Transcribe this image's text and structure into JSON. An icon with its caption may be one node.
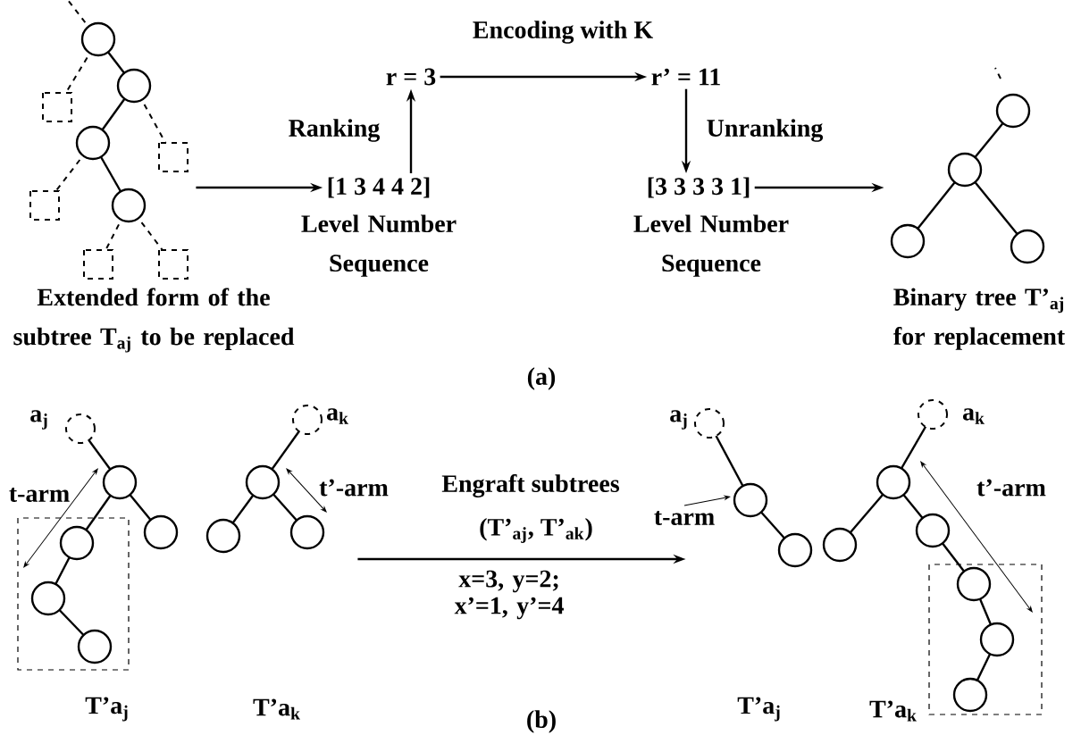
{
  "diagram": {
    "nodes": [
      {
        "text": [],
        "shape": "picture",
        "beside": [
          "Extended form of the subtree T$_{aj}$ to be replaced"
        ]
      },
      {
        "text": [
          "[1 3 4 4 2]"
        ],
        "beside": [
          "Level Number Sequence"
        ]
      },
      {
        "text": [
          "r = 3"
        ]
      },
      {
        "text": [
          "r’ = 11"
        ]
      },
      {
        "text": [
          "[3 3 3 3 1]"
        ],
        "beside": [
          "Level Number Sequence"
        ]
      },
      {
        "text": [],
        "shape": "picture",
        "beside": [
          "Binary tree T’$_{aj}$ for replacement"
        ]
      },
      {
        "text": [],
        "shape": "picture",
        "beside": [
          "T’a$_{j}$"
        ]
      },
      {
        "text": [],
        "shape": "picture"
      },
      {
        "text": [],
        "shape": "picture"
      },
      {
        "text": [],
        "shape": "picture"
      }
    ],
    "edges": [
      {
        "from": 0,
        "to": 1,
        "arrow": "to"
      },
      {
        "from": 1,
        "to": 2,
        "arrow": "to",
        "label": "Ranking"
      },
      {
        "from": 2,
        "to": 3,
        "arrow": "to",
        "label": "Encoding with K"
      },
      {
        "from": 3,
        "to": 4,
        "arrow": "to",
        "label": "Unranking"
      },
      {
        "from": 4,
        "to": 5,
        "arrow": "to"
      },
      {
        "from": 7,
        "to": 8,
        "arrow": "to",
        "label": "Engraft subtrees"
      }
    ],
    "labels": [
      "(a)",
      "a$_{j}$",
      "t-arm",
      "a$_{k}$",
      "t’-arm",
      "(T’$_{aj}$, T’$_{ak}$)",
      "x=3, y=2; x’=1, y’=4",
      "a$_{j}$",
      "t-arm",
      "a$_{k}$",
      "t’-arm",
      "T’a$_{k}$",
      "T’a$_{j}$",
      "T’a$_{k}$",
      "(b)"
    ]
  }
}
